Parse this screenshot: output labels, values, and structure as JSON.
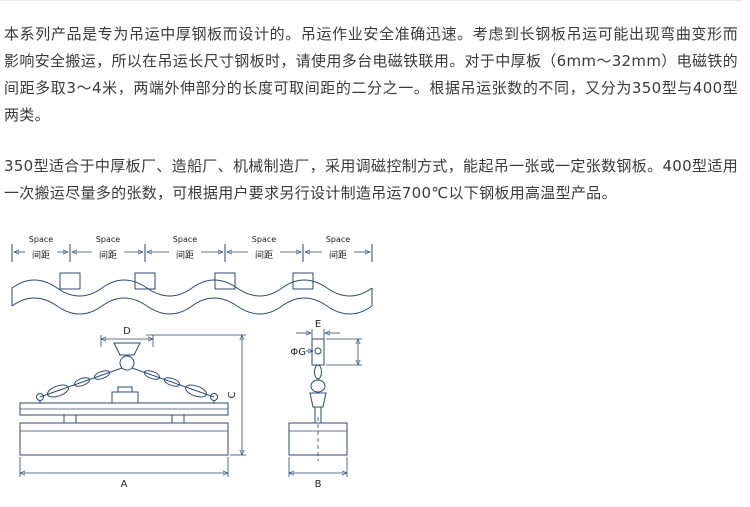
{
  "page": {
    "paragraph1": "本系列产品是专为吊运中厚钢板而设计的。吊运作业安全准确迅速。考虑到长钢板吊运可能出现弯曲变形而影响安全搬运，所以在吊运长尺寸钢板时，请使用多台电磁铁联用。对于中厚板（6mm～32mm）电磁铁的间距多取3～4米，两端外伸部分的长度可取间距的二分之一。根据吊运张数的不同，又分为350型与400型两类。",
    "paragraph2": "350型适合于中厚板厂、造船厂、机械制造厂，采用调磁控制方式，能起吊一张或一定张数钢板。400型适用一次搬运尽量多的张数，可根据用户要求另行设计制造吊运700℃以下钢板用高温型产品。"
  },
  "diagram": {
    "space_en": "Space",
    "space_zh": "间距",
    "labels": {
      "d": "D",
      "c": "C",
      "a": "A",
      "e": "E",
      "g": "ΦG",
      "b": "B"
    },
    "colors": {
      "line": "#2c4a6e",
      "magnet_fill": "#b9e2f4",
      "space_text_blue": "#2b5cad",
      "body_text": "#3a3a3a"
    }
  }
}
